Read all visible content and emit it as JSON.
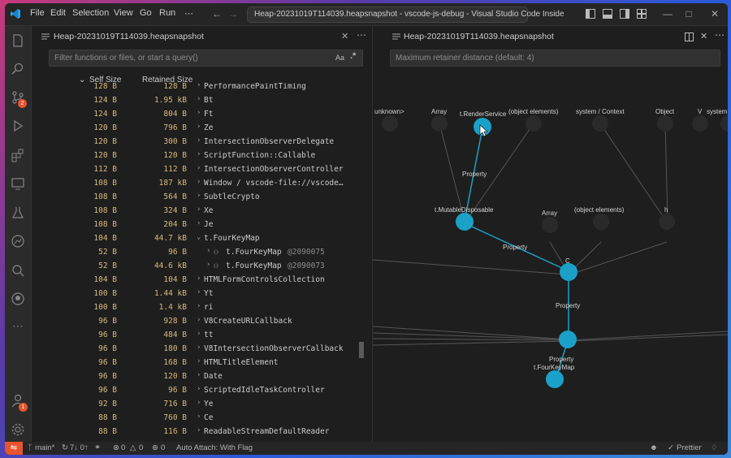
{
  "titlebar": {
    "menus": [
      "File",
      "Edit",
      "Selection",
      "View",
      "Go",
      "Run",
      "⋯"
    ],
    "search_text": "Heap-20231019T114039.heapsnapshot - vscode-js-debug - Visual Studio Code Inside"
  },
  "activity": {
    "source_control_badge": "2",
    "accounts_badge": "1"
  },
  "left": {
    "tab_title": "Heap-20231019T114039.heapsnapshot",
    "filter_placeholder": "Filter functions or files, or start a query()",
    "match_case": "Aa",
    "regex": ".*",
    "col_self": "Self Size",
    "col_retained": "Retained Size",
    "rows": [
      {
        "self": "128 B",
        "ret": "128 B",
        "name": "PerformancePaintTiming",
        "expanded": false,
        "child": false
      },
      {
        "self": "124 B",
        "ret": "1.95 kB",
        "name": "Bt",
        "expanded": false,
        "child": false
      },
      {
        "self": "124 B",
        "ret": "804 B",
        "name": "Ft",
        "expanded": false,
        "child": false
      },
      {
        "self": "120 B",
        "ret": "796 B",
        "name": "Ze",
        "expanded": false,
        "child": false
      },
      {
        "self": "120 B",
        "ret": "300 B",
        "name": "IntersectionObserverDelegate",
        "expanded": false,
        "child": false
      },
      {
        "self": "120 B",
        "ret": "120 B",
        "name": "ScriptFunction::Callable",
        "expanded": false,
        "child": false
      },
      {
        "self": "112 B",
        "ret": "112 B",
        "name": "IntersectionObserverController",
        "expanded": false,
        "child": false
      },
      {
        "self": "108 B",
        "ret": "187 kB",
        "name": "Window / vscode-file://vscode…",
        "expanded": false,
        "child": false
      },
      {
        "self": "108 B",
        "ret": "564 B",
        "name": "SubtleCrypto",
        "expanded": false,
        "child": false
      },
      {
        "self": "108 B",
        "ret": "324 B",
        "name": "Xe",
        "expanded": false,
        "child": false
      },
      {
        "self": "108 B",
        "ret": "204 B",
        "name": "Je",
        "expanded": false,
        "child": false
      },
      {
        "self": "104 B",
        "ret": "44.7 kB",
        "name": "t.FourKeyMap",
        "expanded": true,
        "child": false
      },
      {
        "self": "52 B",
        "ret": "96 B",
        "name": "t.FourKeyMap",
        "id": "@2090075",
        "expanded": false,
        "child": true
      },
      {
        "self": "52 B",
        "ret": "44.6 kB",
        "name": "t.FourKeyMap",
        "id": "@2090073",
        "expanded": false,
        "child": true
      },
      {
        "self": "104 B",
        "ret": "104 B",
        "name": "HTMLFormControlsCollection",
        "expanded": false,
        "child": false
      },
      {
        "self": "100 B",
        "ret": "1.44 kB",
        "name": "Yt",
        "expanded": false,
        "child": false
      },
      {
        "self": "100 B",
        "ret": "1.4 kB",
        "name": "ri",
        "expanded": false,
        "child": false
      },
      {
        "self": "96 B",
        "ret": "928 B",
        "name": "V8CreateURLCallback",
        "expanded": false,
        "child": false
      },
      {
        "self": "96 B",
        "ret": "484 B",
        "name": "tt",
        "expanded": false,
        "child": false
      },
      {
        "self": "96 B",
        "ret": "180 B",
        "name": "V8IntersectionObserverCallback",
        "expanded": false,
        "child": false
      },
      {
        "self": "96 B",
        "ret": "168 B",
        "name": "HTMLTitleElement",
        "expanded": false,
        "child": false
      },
      {
        "self": "96 B",
        "ret": "120 B",
        "name": "Date",
        "expanded": false,
        "child": false
      },
      {
        "self": "96 B",
        "ret": "96 B",
        "name": "ScriptedIdleTaskController",
        "expanded": false,
        "child": false
      },
      {
        "self": "92 B",
        "ret": "716 B",
        "name": "Ye",
        "expanded": false,
        "child": false
      },
      {
        "self": "88 B",
        "ret": "760 B",
        "name": "Ce",
        "expanded": false,
        "child": false
      },
      {
        "self": "88 B",
        "ret": "116 B",
        "name": "ReadableStreamDefaultReader",
        "expanded": false,
        "child": false
      }
    ]
  },
  "right": {
    "tab_title": "Heap-20231019T114039.heapsnapshot",
    "retainer_placeholder": "Maximum retainer distance (default: 4)",
    "graph": {
      "top_labels": [
        "unknown>",
        "Array",
        "t.RenderService",
        "(object elements)",
        "system / Context",
        "Object",
        "V",
        "system /"
      ],
      "mid_labels": [
        "t.MutableDisposable",
        "Array",
        "(object elements)",
        "h"
      ],
      "c_label": "C",
      "bottom_label": "t.FourKeyMap",
      "edge_labels": [
        "Property",
        "Property",
        "Property",
        "Property"
      ]
    }
  },
  "statusbar": {
    "branch": "main*",
    "sync": "7↓ 0↑",
    "errors": "0",
    "warnings": "0",
    "ports": "0",
    "auto_attach": "Auto Attach: With Flag",
    "prettier": "Prettier"
  },
  "colors": {
    "accent": "#1ba1c7",
    "size_text": "#d7ba7d",
    "remote": "#e8542e"
  }
}
